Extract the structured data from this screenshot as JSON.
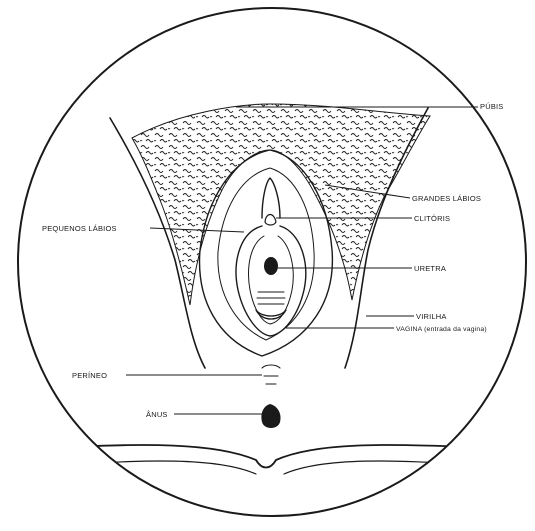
{
  "diagram": {
    "labels": {
      "pubis": "PÚBIS",
      "grandes_labios": "GRANDES LÁBIOS",
      "clitoris": "CLITÓRIS",
      "pequenos_labios": "PEQUENOS LÁBIOS",
      "uretra": "URETRA",
      "virilha": "VIRILHA",
      "vagina": "VAGINA (entrada da vagina)",
      "perineo": "PERÍNEO",
      "anus": "ÂNUS"
    },
    "colors": {
      "ink": "#1a1a1a",
      "background": "#ffffff"
    }
  }
}
